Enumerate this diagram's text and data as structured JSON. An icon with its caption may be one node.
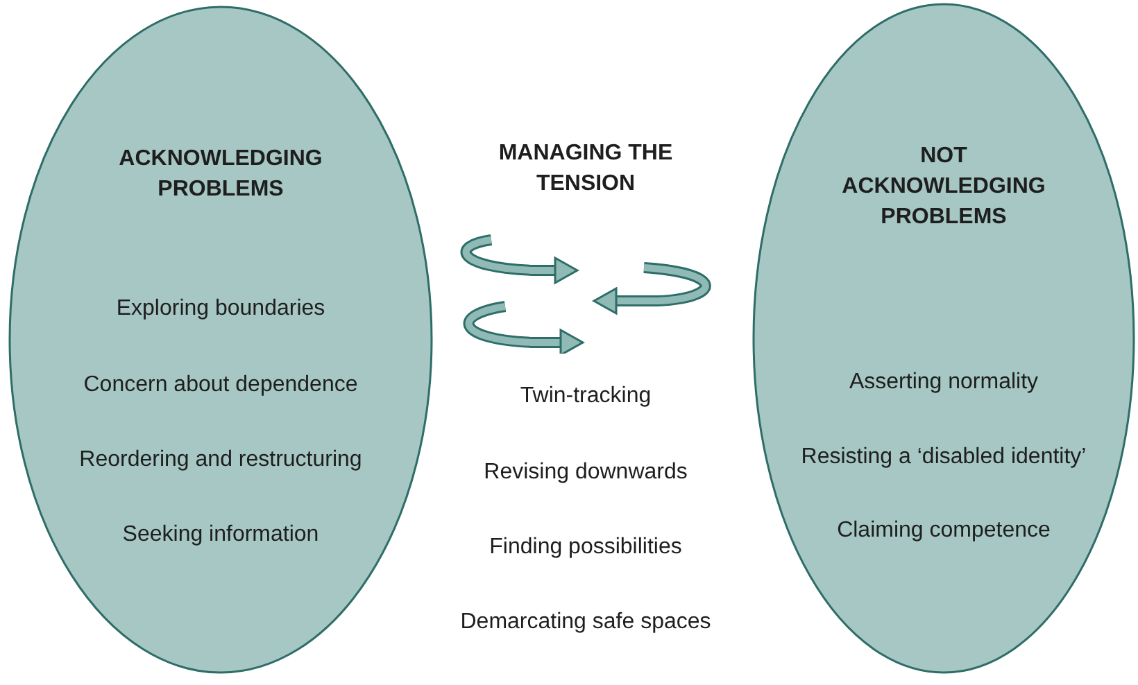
{
  "diagram": {
    "nodes": [
      {
        "text": [
          "ACKNOWLEDGING PROBLEMS",
          "Exploring boundaries",
          "Concern about dependence",
          "Reordering and restructuring",
          "Seeking information"
        ]
      },
      {
        "text": [
          "NOT ACKNOWLEDGING PROBLEMS",
          "Asserting normality",
          "Resisting a ‘disabled identity’",
          "Claiming competence"
        ]
      }
    ],
    "edges": [],
    "labels": [
      "MANAGING THE TENSION",
      "Twin-tracking",
      "Revising downwards",
      "Finding possibilities",
      "Demarcating safe spaces"
    ]
  }
}
